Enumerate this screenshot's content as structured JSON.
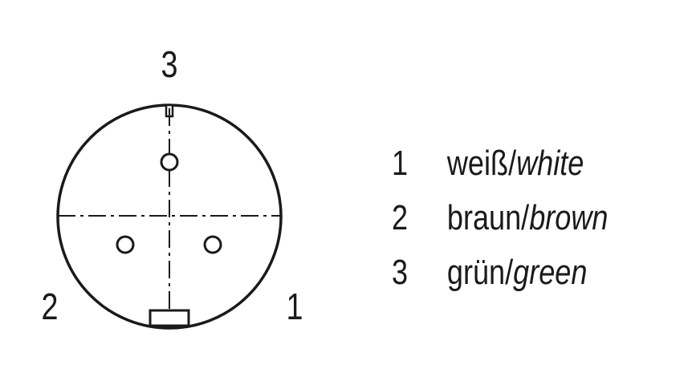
{
  "connector": {
    "pin_labels": {
      "top": "3",
      "bottom_left": "2",
      "bottom_right": "1"
    }
  },
  "legend": {
    "items": [
      {
        "number": "1",
        "de": "weiß",
        "sep": "/",
        "en": "white"
      },
      {
        "number": "2",
        "de": "braun",
        "sep": "/",
        "en": "brown"
      },
      {
        "number": "3",
        "de": "grün",
        "sep": "/",
        "en": "green"
      }
    ]
  },
  "colors": {
    "line": "#1a1a1a",
    "background": "#ffffff"
  }
}
